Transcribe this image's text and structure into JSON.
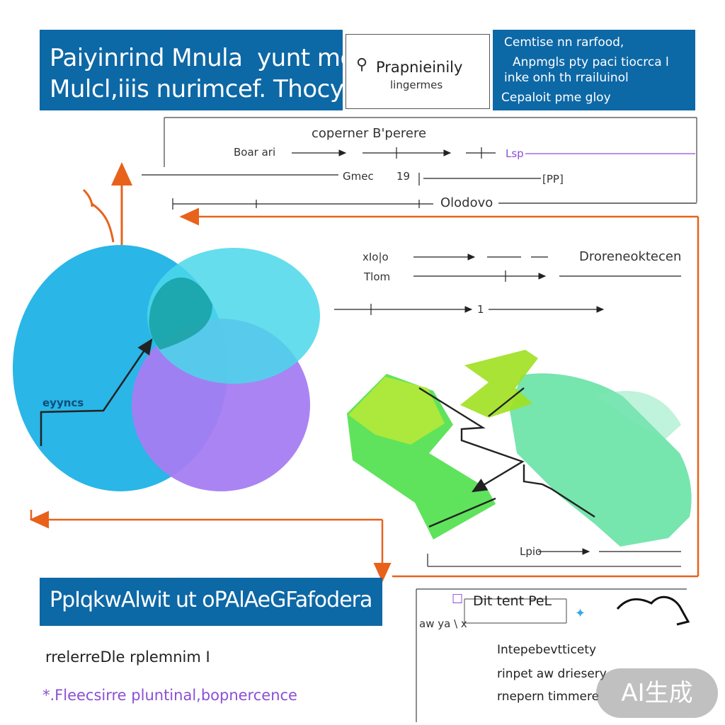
{
  "header": {
    "title_line1": "Paiyinrind Mnula  yunt mec",
    "title_line2": "Mulcl,iiis nurimcef. Thocy",
    "center_label_1": "Prapnieinily",
    "center_label_2": "lingermes",
    "right_line1": "Cemtise nn rarfood,",
    "right_line2": "Anpmgls pty paci tiocrca l",
    "right_line3": "inke onh th rrailuinol",
    "right_line4": "Cepaloit pme gloy"
  },
  "timeline": {
    "heading": "coperner B'perere",
    "row1_left": "Boar ari",
    "row1_right": "Lsp",
    "row2_left": "Gmec",
    "row2_mid": "19",
    "row2_right": "[PP]",
    "row3_label": "Olodovo"
  },
  "right_diagram": {
    "row1_left": "xIo|o",
    "row1_right": "Droreneoktecen",
    "row2_left": "Tlom",
    "row3_mid": "1",
    "bottom_label": "Lpio"
  },
  "venn": {
    "label": "eyyncs"
  },
  "bottom": {
    "banner": "PpIqkwAlwit ut oPAlAeGFafodera",
    "line1": "rrelerreDle rplemnim I",
    "line2": "*.Fleecsirre pluntinal,bopnercence",
    "box_title": "Dit tent PeL",
    "box_sub": "aw ya \\ x",
    "box_line1": "Intepebevtticety",
    "box_line2": "rinpet aw driesery",
    "box_line3": "rnepern timmere"
  },
  "watermark": "AI生成",
  "colors": {
    "brand_blue": "#0d68a6",
    "orange": "#e8621c",
    "purple": "#8a4fd6",
    "cyan": "#4ad7ea",
    "sky": "#1fb2e6",
    "violet": "#a57df2",
    "lime": "#9ee020",
    "green": "#4ee04a",
    "mint": "#5fe0a0"
  }
}
